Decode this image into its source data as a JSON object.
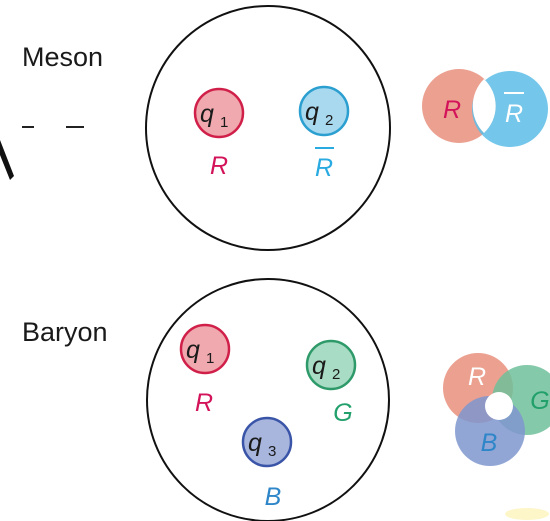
{
  "meson": {
    "title": "Meson",
    "quarks": [
      {
        "symbol": "q",
        "subscript": "1",
        "color_label": "R",
        "anti": false,
        "fill": "#f0a9ae",
        "stroke": "#d0204a",
        "label_color": "#d4145a"
      },
      {
        "symbol": "q",
        "subscript": "2",
        "color_label": "R",
        "anti": true,
        "fill": "#a9d9ef",
        "stroke": "#2a9fd0",
        "label_color": "#29abe2"
      }
    ],
    "venn": [
      {
        "label": "R",
        "anti": false,
        "fill": "#e88f7c",
        "label_color": "#d4145a"
      },
      {
        "label": "R",
        "anti": true,
        "fill": "#5cbde8",
        "label_color": "#ffffff"
      }
    ]
  },
  "baryon": {
    "title": "Baryon",
    "quarks": [
      {
        "symbol": "q",
        "subscript": "1",
        "color_label": "R",
        "fill": "#f0a9ae",
        "stroke": "#d0204a",
        "label_color": "#d4145a"
      },
      {
        "symbol": "q",
        "subscript": "2",
        "color_label": "G",
        "fill": "#a9dcc4",
        "stroke": "#2e9a6a",
        "label_color": "#22a06b"
      },
      {
        "symbol": "q",
        "subscript": "3",
        "color_label": "B",
        "fill": "#a8b6de",
        "stroke": "#3a55a8",
        "label_color": "#2e86c8"
      }
    ],
    "venn": [
      {
        "label": "R",
        "fill": "#e88f7c",
        "label_color": "#ffffff"
      },
      {
        "label": "G",
        "fill": "#6fbf9a",
        "label_color": "#22a06b"
      },
      {
        "label": "B",
        "fill": "#7f97cf",
        "label_color": "#2e86c8"
      }
    ]
  }
}
